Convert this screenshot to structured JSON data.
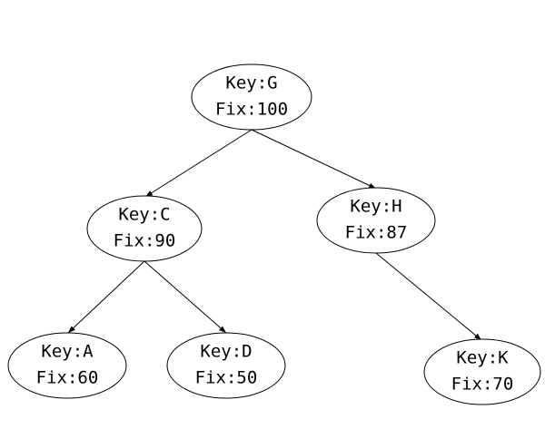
{
  "tree": {
    "nodes": [
      {
        "id": "G",
        "key": "Key:G",
        "fix": "Fix:100"
      },
      {
        "id": "C",
        "key": "Key:C",
        "fix": "Fix:90"
      },
      {
        "id": "H",
        "key": "Key:H",
        "fix": "Fix:87"
      },
      {
        "id": "A",
        "key": "Key:A",
        "fix": "Fix:60"
      },
      {
        "id": "D",
        "key": "Key:D",
        "fix": "Fix:50"
      },
      {
        "id": "K",
        "key": "Key:K",
        "fix": "Fix:70"
      }
    ],
    "edges": [
      {
        "from": "G",
        "to": "C"
      },
      {
        "from": "G",
        "to": "H"
      },
      {
        "from": "C",
        "to": "A"
      },
      {
        "from": "C",
        "to": "D"
      },
      {
        "from": "H",
        "to": "K"
      }
    ]
  }
}
